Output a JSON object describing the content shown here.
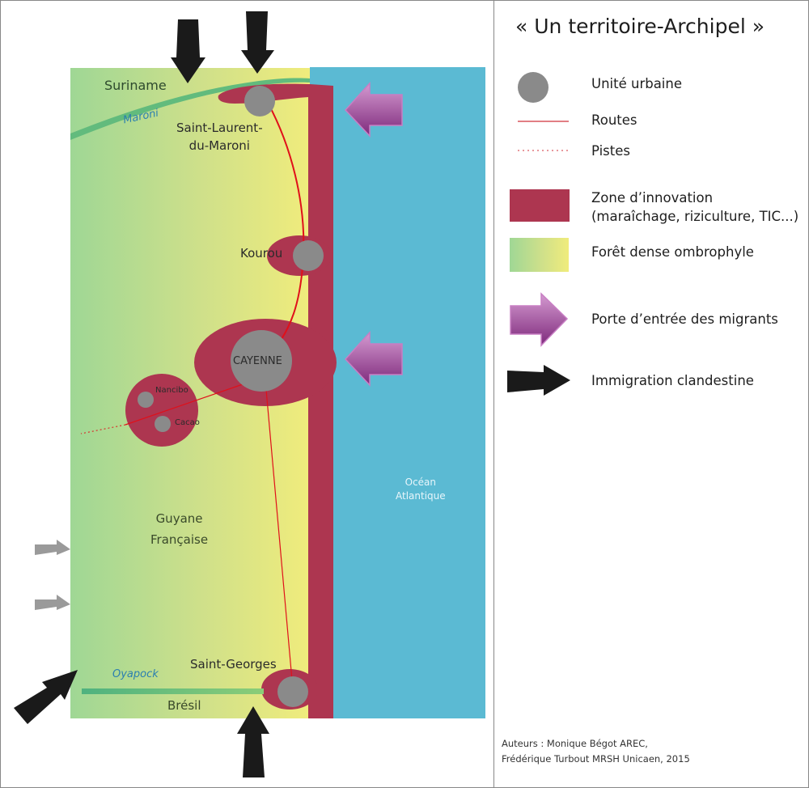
{
  "title": "« Un territoire-Archipel »",
  "map": {
    "countries": {
      "north": "Suriname",
      "south": "Brésil",
      "center_line1": "Guyane",
      "center_line2": "Française"
    },
    "rivers": {
      "north": "Maroni",
      "south": "Oyapock"
    },
    "ocean_line1": "Océan",
    "ocean_line2": "Atlantique",
    "cities": {
      "saint_laurent_line1": "Saint-Laurent-",
      "saint_laurent_line2": "du-Maroni",
      "kourou": "Kourou",
      "cayenne": "CAYENNE",
      "nancibo": "Nancibo",
      "cacao": "Cacao",
      "saint_georges": "Saint-Georges"
    },
    "colors": {
      "forest_green": "#9fd795",
      "forest_yellow": "#ede97a",
      "ocean": "#5bbad3",
      "innovation": "#ad3650",
      "urban": "#8a8a8a",
      "road": "#e0101a",
      "river": "#5dba7c",
      "river_label": "#2b7fb0",
      "migrant_arrow": "#9c4a9c",
      "clandestine_arrow": "#1a1a1a"
    }
  },
  "legend": {
    "items": [
      {
        "icon": "urban-unit-circle",
        "label": "Unité urbaine"
      },
      {
        "icon": "road-line",
        "label": "Routes"
      },
      {
        "icon": "track-dotted-line",
        "label": "Pistes"
      },
      {
        "icon": "innovation-zone-swatch",
        "label": "Zone d’innovation",
        "label2": "(maraîchage, riziculture, TIC...)"
      },
      {
        "icon": "forest-gradient-swatch",
        "label": "Forêt dense ombrophyle"
      },
      {
        "icon": "migrant-gateway-arrow",
        "label": "Porte d’entrée des migrants"
      },
      {
        "icon": "clandestine-immigration-arrow",
        "label": "Immigration clandestine"
      }
    ]
  },
  "authors": {
    "line1": "Auteurs : Monique Bégot AREC,",
    "line2": "Frédérique Turbout MRSH Unicaen, 2015"
  }
}
